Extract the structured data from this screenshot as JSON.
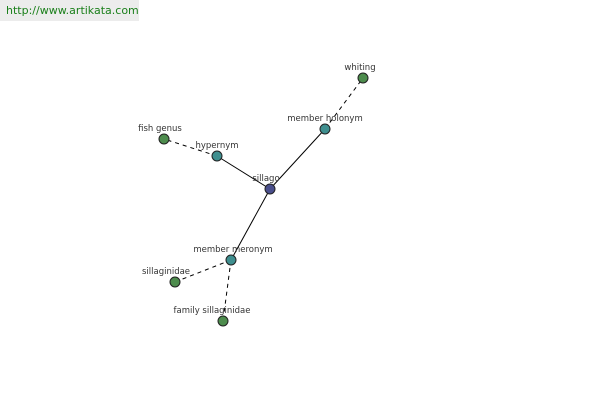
{
  "banner": {
    "url": "http://www.artikata.com"
  },
  "graph": {
    "center": {
      "label": "sillago",
      "color": "#4a4f8c"
    },
    "relations": [
      {
        "label": "member holonym",
        "color": "#3f8f8f",
        "targets": [
          {
            "label": "whiting",
            "color": "#4d8c4d"
          }
        ]
      },
      {
        "label": "hypernym",
        "color": "#3f8f8f",
        "targets": [
          {
            "label": "fish genus",
            "color": "#4d8c4d"
          }
        ]
      },
      {
        "label": "member meronym",
        "color": "#3f8f8f",
        "targets": [
          {
            "label": "sillaginidae",
            "color": "#4d8c4d"
          },
          {
            "label": "family sillaginidae",
            "color": "#4d8c4d"
          }
        ]
      }
    ]
  }
}
